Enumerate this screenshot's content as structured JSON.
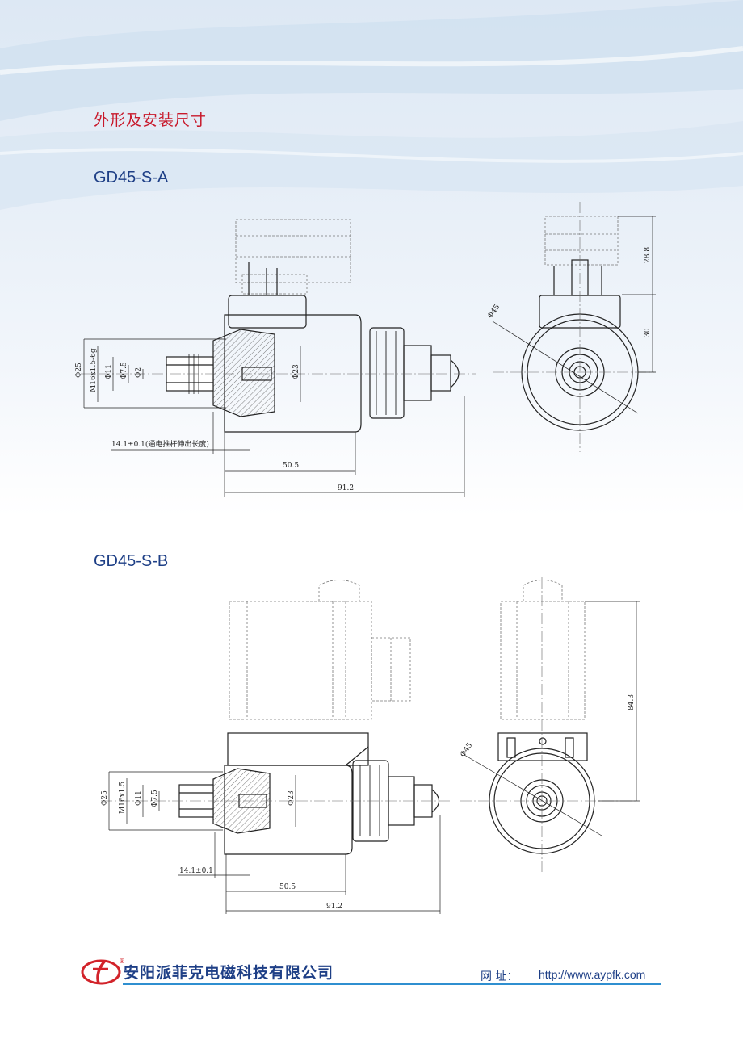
{
  "header": {
    "section_title": "外形及安装尺寸"
  },
  "models": [
    {
      "name": "GD45-S-A",
      "dimensions": {
        "outer_diameter": "Φ25",
        "thread": "M16x1.5-6g",
        "d1": "Φ11",
        "d2": "Φ7.5",
        "d3": "Φ2",
        "d4": "Φ23",
        "stroke": "14.1±0.1(通电推杆伸出长度)",
        "body_length": "50.5",
        "total_length": "91.2",
        "side_diameter": "Φ45",
        "connector_height": "28.8",
        "coil_half_height": "30"
      }
    },
    {
      "name": "GD45-S-B",
      "dimensions": {
        "outer_diameter": "Φ25",
        "thread": "M16x1.5",
        "d1": "Φ11",
        "d2": "Φ7.5",
        "d4": "Φ23",
        "stroke": "14.1±0.1",
        "body_length": "50.5",
        "total_length": "91.2",
        "side_diameter": "Φ45",
        "connector_height": "84.3"
      }
    }
  ],
  "footer": {
    "company": "安阳派菲克电磁科技有限公司",
    "web_label": "网    址：",
    "url": "http://www.aypfk.com",
    "registered_mark": "®"
  },
  "colors": {
    "title_red": "#c8192b",
    "model_blue": "#1e3f86",
    "rule_blue": "#2f8fd0",
    "logo_red": "#d2232a"
  }
}
